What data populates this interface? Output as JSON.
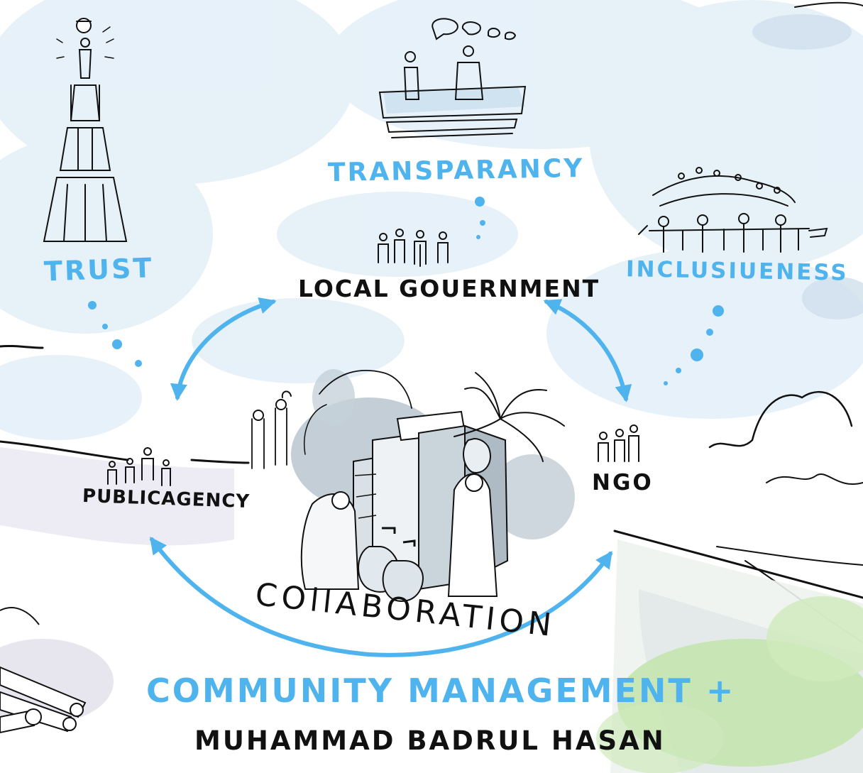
{
  "labels": {
    "trust": "TRUST",
    "transparency": "TRANSPARANCY",
    "inclusiveness": "INCLUSIUENESS",
    "local_government": "LOCAL GOUERNMENT",
    "public_agency": "PUBLICAGENCY",
    "ngo": "NGO",
    "collaboration": "COllABORATION",
    "title": "COMMUNITY MANAGEMENT +",
    "author": "MUHAMMAD BADRUL HASAN"
  },
  "colors": {
    "accent_blue": "#4fb3ee",
    "ink": "#111111",
    "sky_wash": "#e4f0f8",
    "shadow_grey": "#b9c6cf",
    "grass_green": "#bfe3a8"
  },
  "icons": [
    "human-tower-icon",
    "podium-speech-icon",
    "crowd-holding-hands-icon",
    "people-group-icon",
    "water-pump-well-icon",
    "palm-tree-icon",
    "water-pots-icon",
    "pipes-icon"
  ]
}
